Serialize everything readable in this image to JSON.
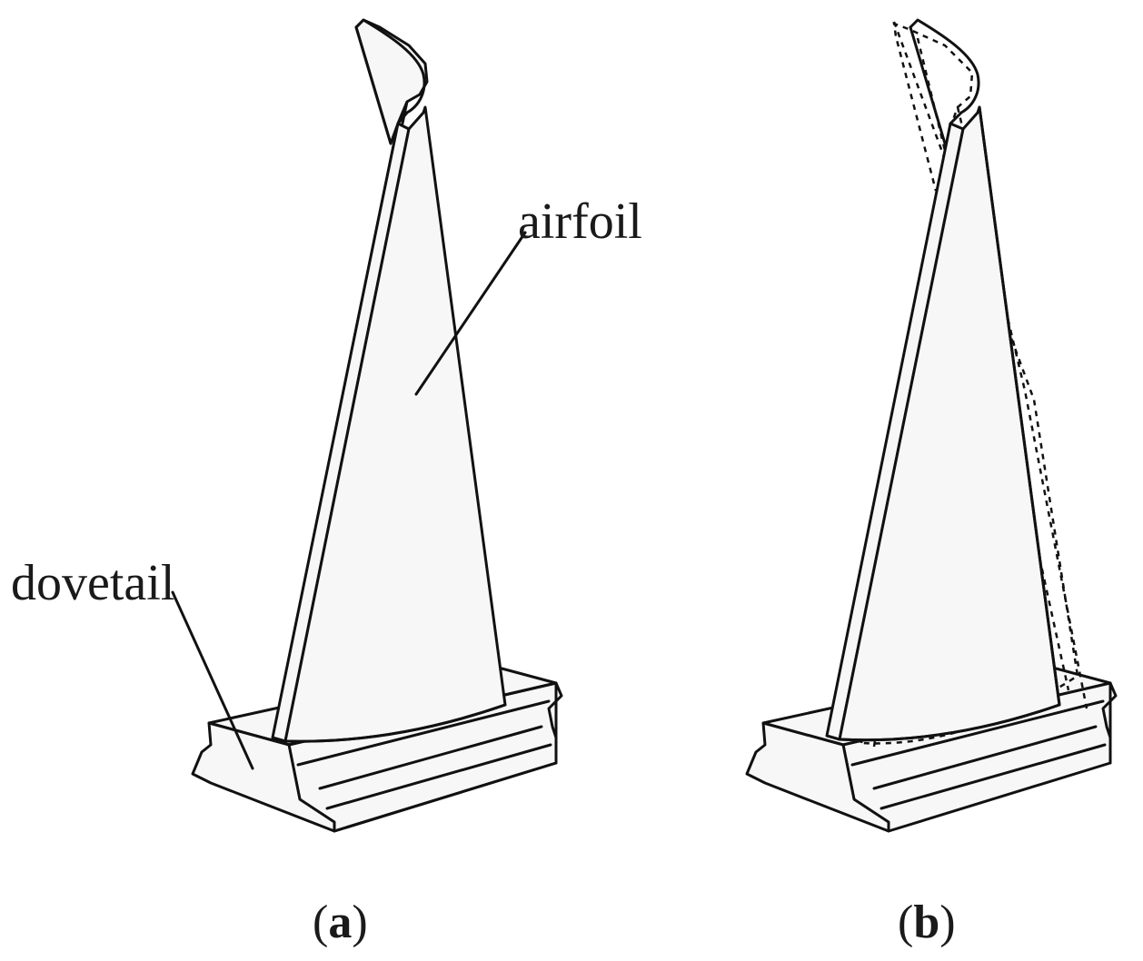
{
  "labels": {
    "airfoil": "airfoil",
    "dovetail": "dovetail"
  },
  "captions": {
    "a": {
      "open": "(",
      "letter": "a",
      "close": ")"
    },
    "b": {
      "open": "(",
      "letter": "b",
      "close": ")"
    }
  },
  "colors": {
    "line": "#111111",
    "background": "#ffffff"
  }
}
